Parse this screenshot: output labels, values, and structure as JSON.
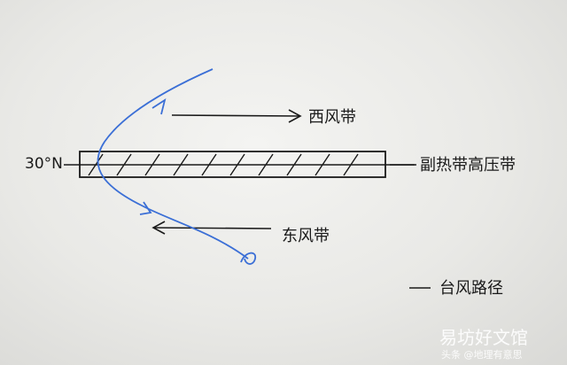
{
  "labels": {
    "latitude": "30°N",
    "westerlies": "西风带",
    "easterlies": "东风带",
    "subtropical_high": "副热带高压带",
    "typhoon_legend": "台风路径"
  },
  "watermark": {
    "site": "易坊好文馆",
    "source": "头条 @地理有意思"
  },
  "colors": {
    "ink": "#1a1a1a",
    "typhoon_path": "#3b6fd6",
    "paper": "#ececea"
  }
}
